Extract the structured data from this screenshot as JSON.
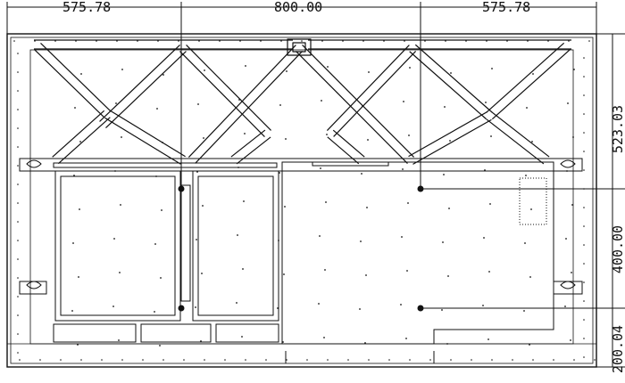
{
  "dimensions": {
    "top": [
      "575.78",
      "800.00",
      "575.78"
    ],
    "right": [
      "523.03",
      "400.00",
      "200.04"
    ]
  },
  "colors": {
    "line": "#111111",
    "background": "#ffffff"
  }
}
